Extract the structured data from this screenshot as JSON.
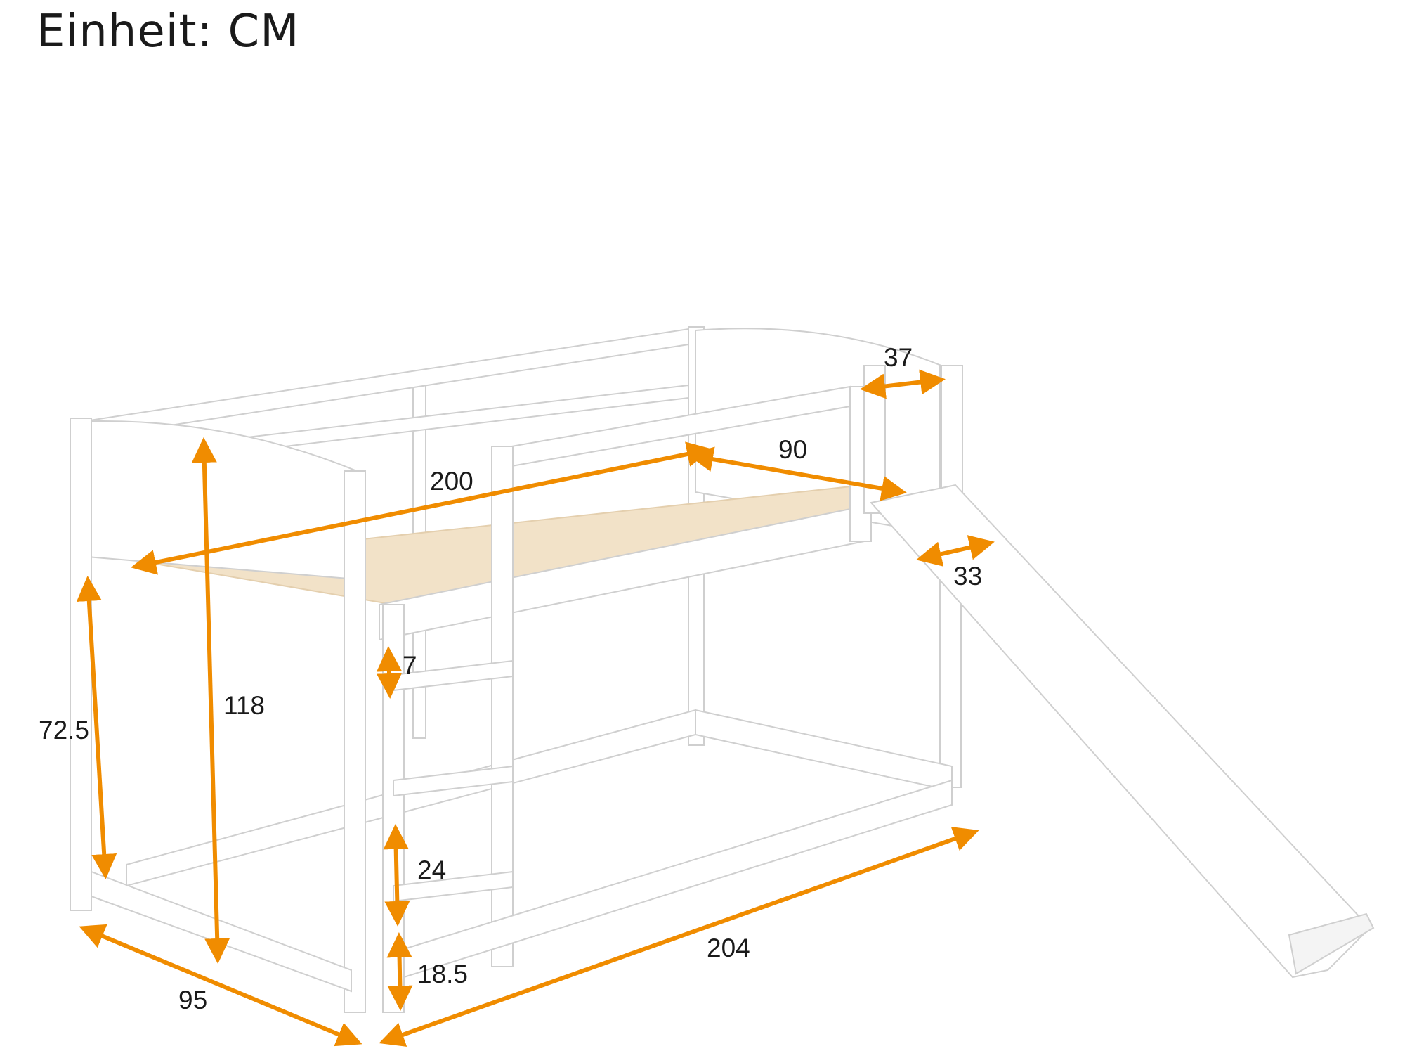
{
  "unit_title": "Einheit: CM",
  "colors": {
    "arrow": "#F08C00",
    "frame_fill": "#ffffff",
    "frame_edge": "#cfcfcf",
    "slat": "#F2E2C8",
    "peg": "#E3B978"
  },
  "dimensions": {
    "length_top": "200",
    "width_top": "90",
    "rail_height": "37",
    "slide_width": "33",
    "under_height": "72.5",
    "total_height": "118",
    "rung_thickness": "7",
    "rung_spacing": "24",
    "bottom_rung_height": "18.5",
    "total_length": "204",
    "total_width": "95"
  }
}
